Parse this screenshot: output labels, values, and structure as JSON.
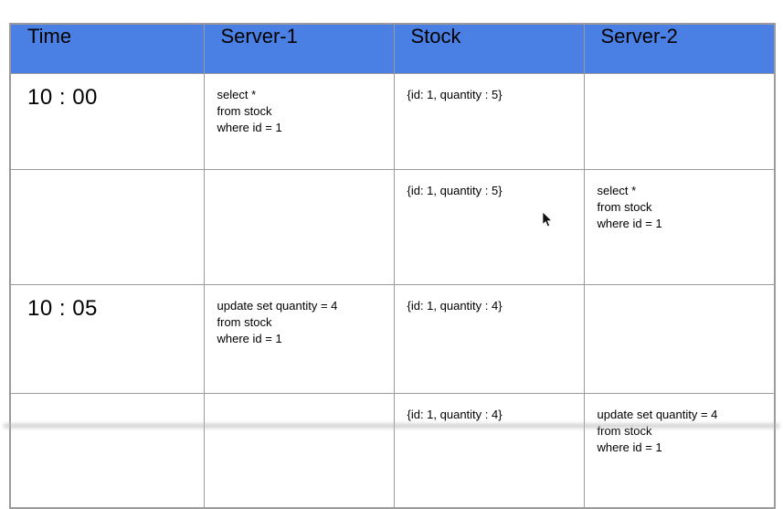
{
  "table": {
    "header": {
      "columns": [
        "Time",
        "Server-1",
        "Stock",
        "Server-2"
      ]
    },
    "rows": [
      {
        "time": "10 : 00",
        "server1": "select *\nfrom stock\nwhere id = 1",
        "stock": "{id: 1, quantity : 5}",
        "server2": ""
      },
      {
        "time": "",
        "server1": "",
        "stock": "{id: 1, quantity : 5}",
        "server2": "select *\nfrom stock\nwhere id = 1"
      },
      {
        "time": "10 : 05",
        "server1": "update set quantity = 4\nfrom stock\nwhere id = 1",
        "stock": "{id: 1, quantity : 4}",
        "server2": ""
      },
      {
        "time": "",
        "server1": "",
        "stock": "{id: 1, quantity : 4}",
        "server2": "update set quantity = 4\nfrom stock\nwhere id = 1"
      }
    ],
    "colors": {
      "header_bg": "#4a80e4",
      "border": "#9a9a9a",
      "text": "#000000"
    }
  }
}
